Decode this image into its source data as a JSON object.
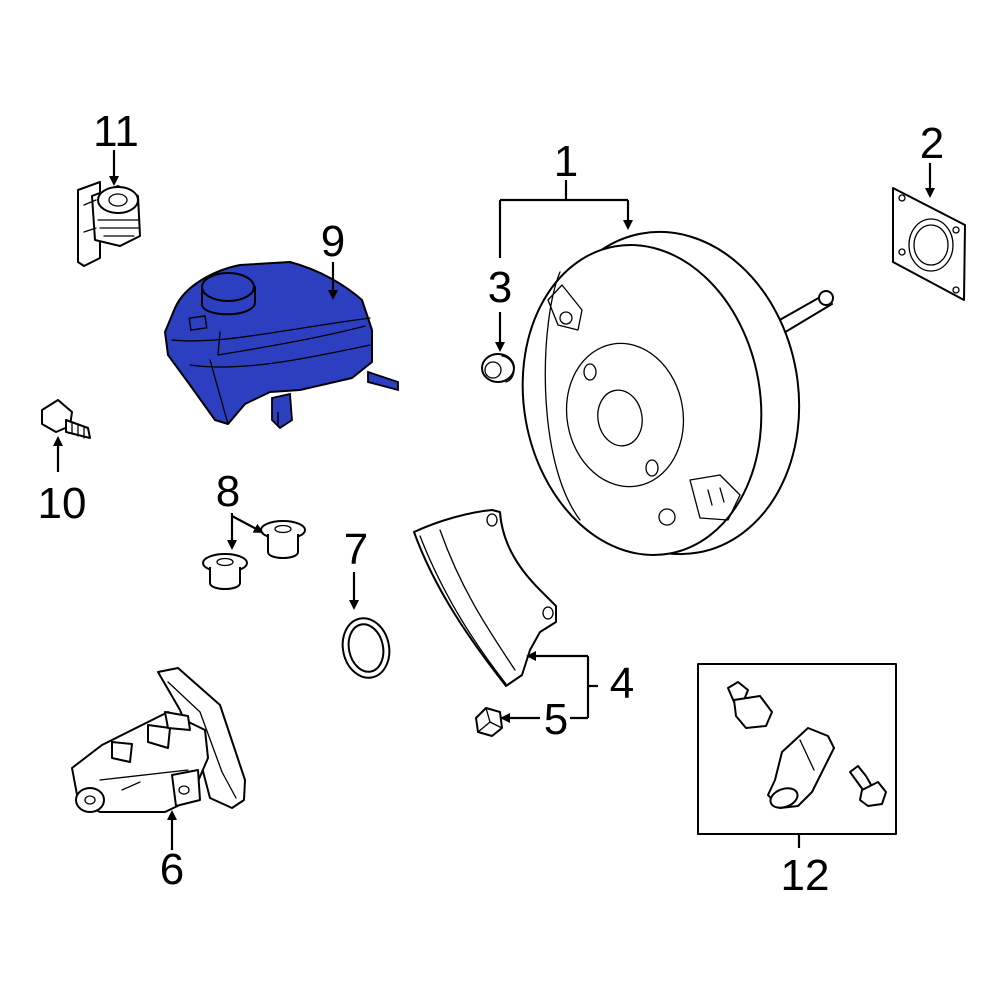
{
  "diagram": {
    "highlight_color": "#2d3fc1",
    "background_color": "#ffffff",
    "highlighted_part": "9",
    "callouts": {
      "c1": "1",
      "c2": "2",
      "c3": "3",
      "c4": "4",
      "c5": "5",
      "c6": "6",
      "c7": "7",
      "c8": "8",
      "c9": "9",
      "c10": "10",
      "c11": "11",
      "c12": "12"
    }
  }
}
